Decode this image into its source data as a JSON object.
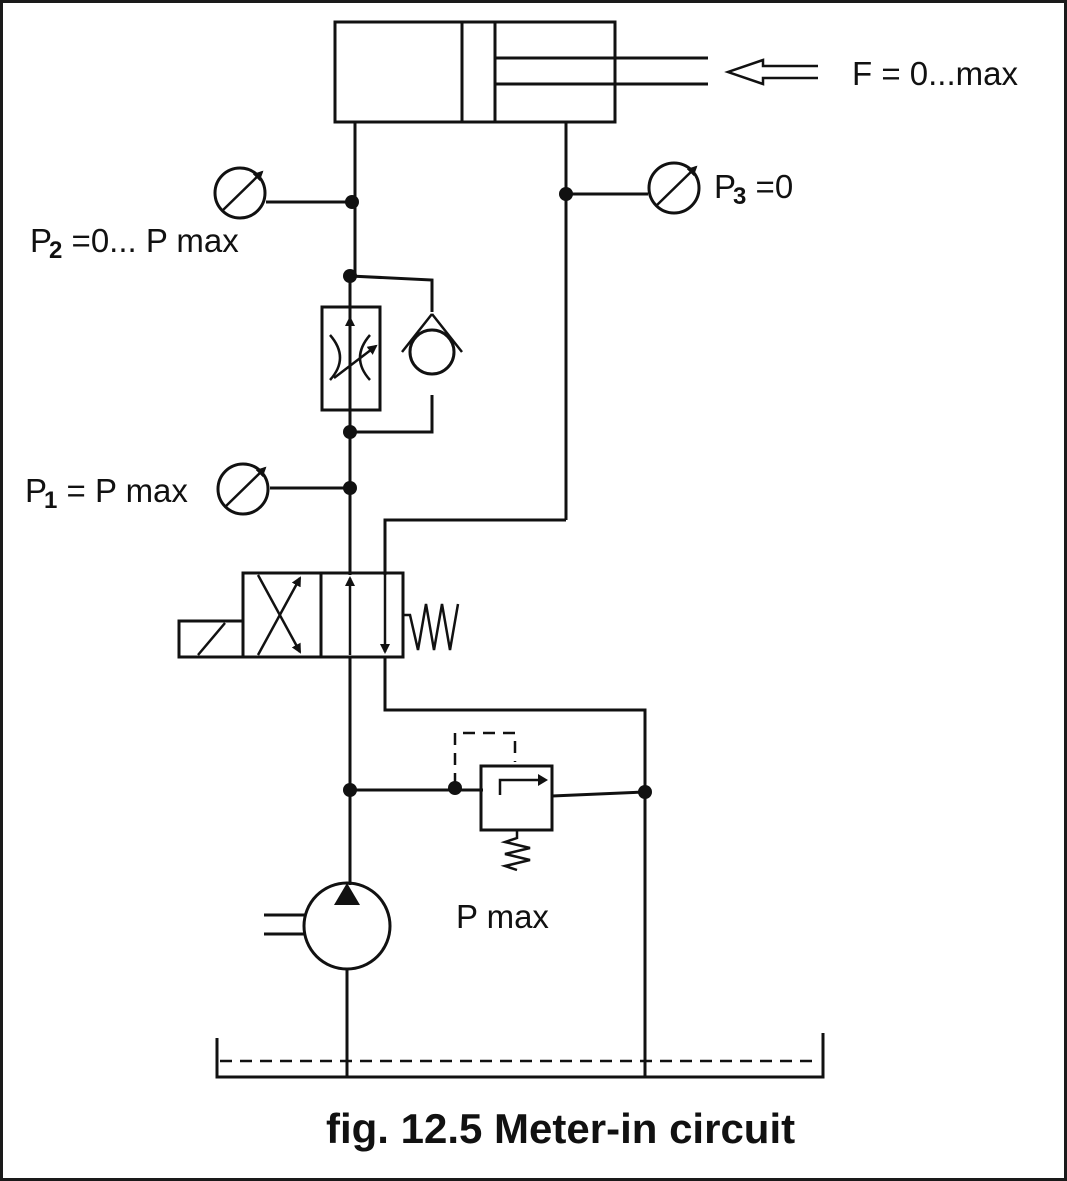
{
  "labels": {
    "force": "F = 0...max",
    "p2": {
      "symbol": "P",
      "sub": "2",
      "value": " =0... P max"
    },
    "p3": {
      "symbol": "P",
      "sub": "3",
      "value": " =0"
    },
    "p1": {
      "symbol": "P",
      "sub": "1",
      "value": " = P max"
    },
    "relief": "P max"
  },
  "caption": "fig.  12.5 Meter-in circuit"
}
